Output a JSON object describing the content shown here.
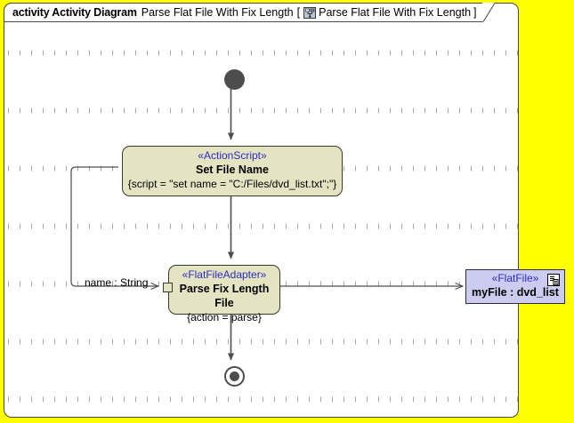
{
  "frame": {
    "keyword": "activity Activity Diagram",
    "name": "Parse Flat File With Fix Length",
    "bracket_open": "[",
    "bracket_name": "Parse Flat File With Fix Length",
    "bracket_close": "]",
    "icon": "activity-diagram-icon"
  },
  "canvas": {
    "background": "#ffffff",
    "outside_background": "#ffff00",
    "grid": "dot-grid"
  },
  "nodes": {
    "initial": {
      "name": "initial-node",
      "color": "#4d4d4d"
    },
    "final": {
      "name": "activity-final-node",
      "color": "#4d4d4d"
    },
    "set_file_name": {
      "stereotype": "«ActionScript»",
      "name": "Set File Name",
      "property": "{script = \"set name = \"C:/Files/dvd_list.txt\";\"}",
      "fill": "#e4e4c2"
    },
    "parse_fix_length_file": {
      "stereotype": "«FlatFileAdapter»",
      "name": "Parse Fix Length File",
      "property": "{action = parse}",
      "fill": "#e4e4c2"
    },
    "flat_file_object": {
      "stereotype": "«FlatFile»",
      "name": "myFile : dvd_list",
      "fill": "#ccccf0",
      "icon": "document-icon"
    }
  },
  "edges": {
    "name_string_label": "name : String"
  }
}
